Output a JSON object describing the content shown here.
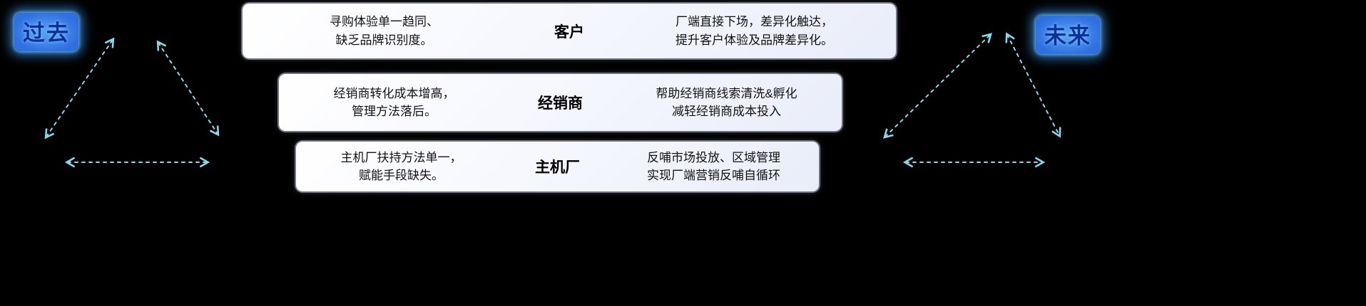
{
  "past_label": "过去",
  "future_label": "未来",
  "rows": [
    {
      "role": "客户",
      "past": "寻购体验单一趋同、\n缺乏品牌识别度。",
      "future": "厂端直接下场，差异化触达，\n提升客户体验及品牌差异化。"
    },
    {
      "role": "经销商",
      "past": "经销商转化成本增高，\n管理方法落后。",
      "future": "帮助经销商线索清洗&孵化\n减轻经销商成本投入"
    },
    {
      "role": "主机厂",
      "past": "主机厂扶持方法单一，\n赋能手段缺失。",
      "future": "反哺市场投放、区域管理\n实现厂端营销反哺自循环"
    }
  ],
  "colors": {
    "background": "#000000",
    "arrow": "#8ad9ea",
    "era_tag_background": "#2f6fe0",
    "era_tag_text": "#0d2f9c",
    "row_background": "#f4f6fd",
    "row_text": "#121212"
  }
}
